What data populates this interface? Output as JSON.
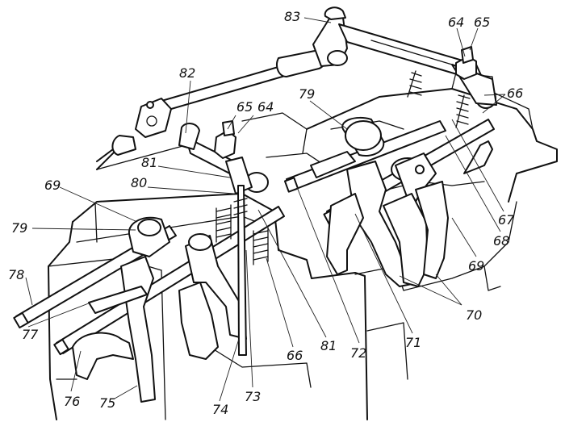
{
  "labels": {
    "l83": "83",
    "l64a": "64",
    "l65a": "65",
    "l66a": "66",
    "l82": "82",
    "l79a": "79",
    "l65b": "65",
    "l64b": "64",
    "l81a": "81",
    "l80": "80",
    "l69a": "69",
    "l79b": "79",
    "l78": "78",
    "l77": "77",
    "l76": "76",
    "l75": "75",
    "l74": "74",
    "l73": "73",
    "l66b": "66",
    "l81b": "81",
    "l72": "72",
    "l71": "71",
    "l70": "70",
    "l69b": "69",
    "l68": "68",
    "l67": "67"
  }
}
